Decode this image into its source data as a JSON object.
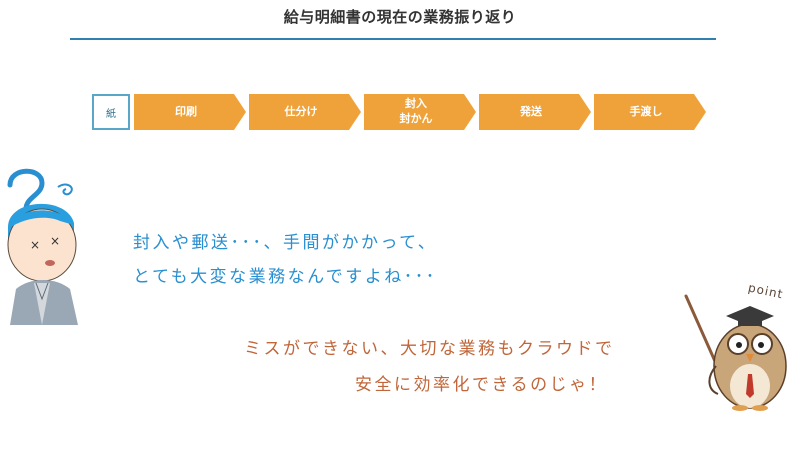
{
  "header": {
    "title": "給与明細書の現在の業務振り返り"
  },
  "flow": {
    "start_label": "紙",
    "steps": [
      {
        "label": "印刷"
      },
      {
        "label": "仕分け"
      },
      {
        "label": "封入\n封かん"
      },
      {
        "label": "発送"
      },
      {
        "label": "手渡し"
      }
    ],
    "colors": {
      "step": "#f0a23a",
      "border": "#5aa6c8"
    }
  },
  "worker": {
    "line1": "封入や郵送･･･、手間がかかって、",
    "line2": "とても大変な業務なんですよね･･･",
    "color": "#2a8fd0"
  },
  "owl": {
    "word": "point",
    "line1": "ミスができない、大切な業務もクラウドで",
    "line2": "安全に効率化できるのじゃ！",
    "color": "#c0663a"
  }
}
